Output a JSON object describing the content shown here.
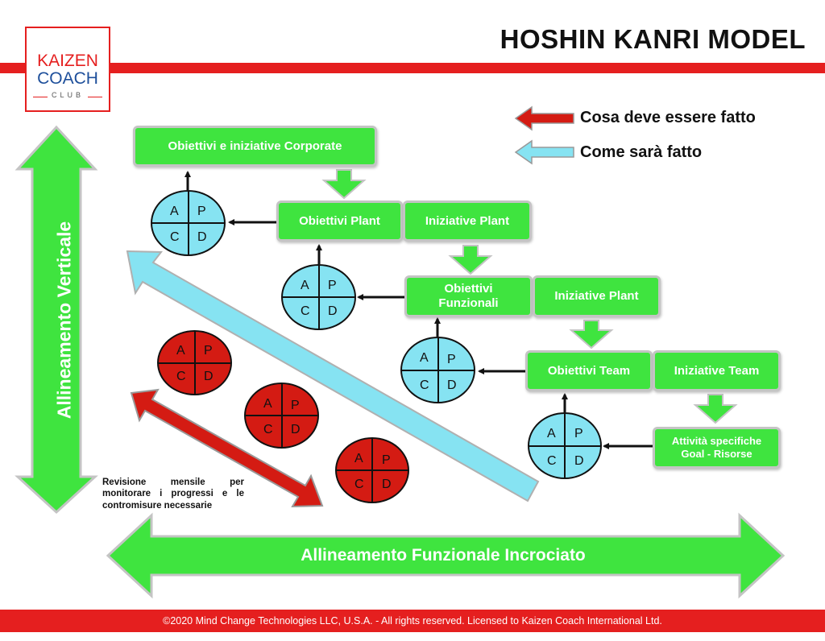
{
  "title": "HOSHIN KANRI MODEL",
  "logo": {
    "line1": "KAIZEN",
    "line2": "COACH",
    "line3": "CLUB"
  },
  "legend": [
    {
      "label": "Cosa deve essere fatto",
      "color": "#d41b13"
    },
    {
      "label": "Come sarà fatto",
      "color": "#86e3f2"
    }
  ],
  "boxes": {
    "corporate": "Obiettivi e iniziative Corporate",
    "obiettivi_plant": "Obiettivi Plant",
    "iniziative_plant_1": "Iniziative Plant",
    "obiettivi_funzionali": "Obiettivi Funzionali",
    "iniziative_plant_2": "Iniziative Plant",
    "obiettivi_team": "Obiettivi Team",
    "iniziative_team": "Iniziative Team",
    "attivita": "Attività specifiche Goal - Risorse"
  },
  "pdca": {
    "a": "A",
    "p": "P",
    "c": "C",
    "d": "D"
  },
  "vertical_arrow_label": "Allineamento Verticale",
  "horizontal_arrow_label": "Allineamento Funzionale Incrociato",
  "review_note": "Revisione mensile per monitorare i progressi e le contromisure necessarie",
  "footer": "©2020 Mind Change Technologies LLC, U.S.A. - All rights reserved. Licensed to Kaizen Coach International Ltd.",
  "colors": {
    "red": "#e51f1f",
    "green": "#3fe43f",
    "cyan": "#86e3f2",
    "dark_red": "#d41b13"
  }
}
